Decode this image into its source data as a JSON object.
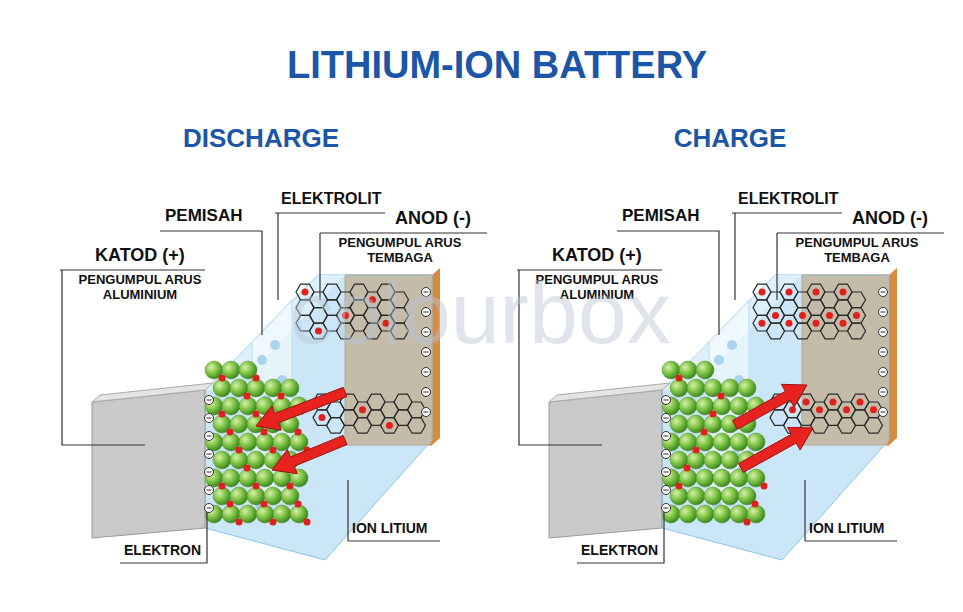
{
  "diagram": {
    "title": "LITHIUM-ION BATTERY",
    "labels": [
      "DISCHARGE",
      "ELEKTROLIT",
      "PEMISAH",
      "ANOD (-)",
      "PENGUMPUL ARUS TEMBAGA",
      "KATOD (+)",
      "PENGUMPUL ARUS ALUMINIUM",
      "ION LITIUM",
      "ELEKTRON",
      "CHARGE",
      "ELEKTROLIT",
      "PEMISAH",
      "ANOD (-)",
      "PENGUMPUL ARUS TEMBAGA",
      "KATOD (+)",
      "PENGUMPUL ARUS ALUMINIUM",
      "ION LITIUM",
      "ELEKTRON",
      "colourbox"
    ]
  }
}
